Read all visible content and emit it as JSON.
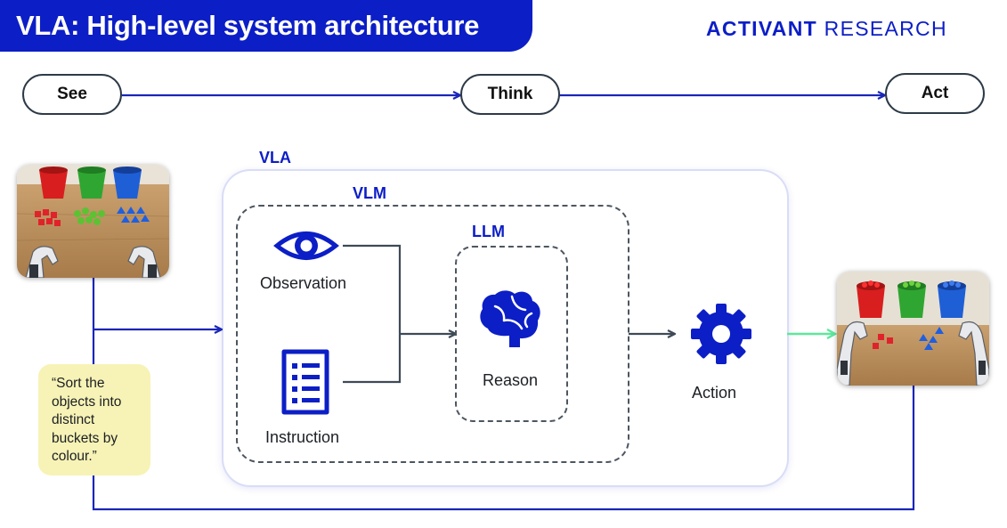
{
  "title": "VLA: High-level system architecture",
  "brand": {
    "bold": "ACTIVANT",
    "light": "RESEARCH"
  },
  "flow": {
    "see": "See",
    "think": "Think",
    "act": "Act"
  },
  "boxes": {
    "vla": "VLA",
    "vlm": "VLM",
    "llm": "LLM"
  },
  "nodes": {
    "observation": "Observation",
    "instruction": "Instruction",
    "reason": "Reason",
    "action": "Action"
  },
  "prompt": "“Sort the objects into distinct buckets by colour.”",
  "colors": {
    "brand_blue": "#0c1ec6",
    "arrow_blue": "#1a26b8",
    "output_arrow": "#5ce89a",
    "prompt_bg": "#f7f3b6"
  },
  "icons": [
    "eye-icon",
    "checklist-icon",
    "brain-icon",
    "gear-icon"
  ]
}
